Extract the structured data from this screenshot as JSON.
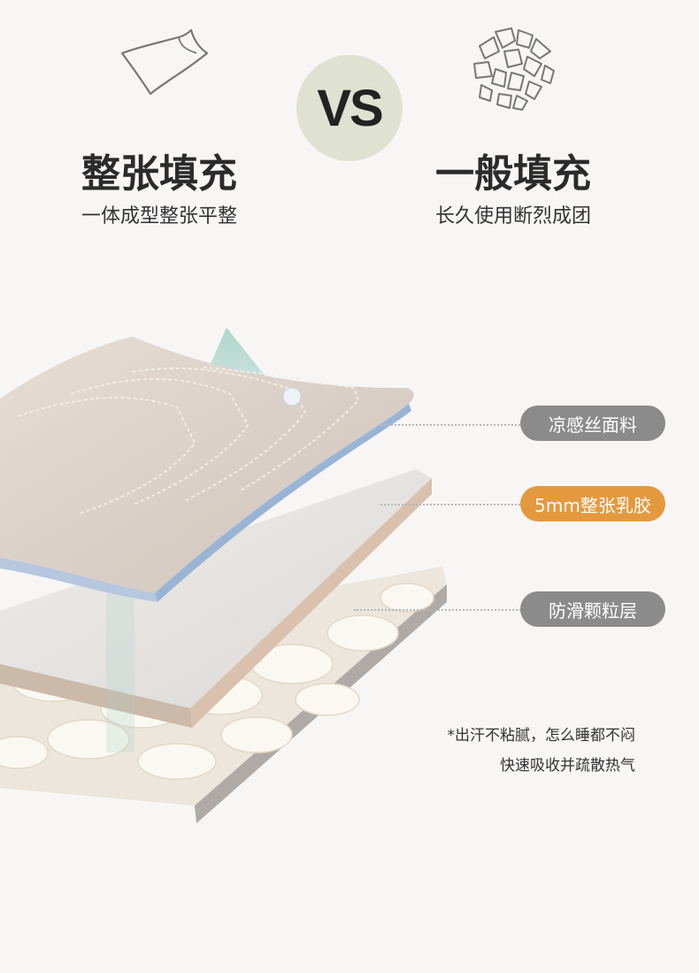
{
  "compare": {
    "left": {
      "title": "整张填充",
      "subtitle": "一体成型整张平整",
      "icon": "sheet-icon"
    },
    "vs": "VS",
    "right": {
      "title": "一般填充",
      "subtitle": "长久使用断烈成团",
      "icon": "fragments-icon"
    }
  },
  "layers": [
    {
      "label": "凉感丝面料",
      "color": "#8b8b8b"
    },
    {
      "label": "5mm整张乳胶",
      "color": "#e5993f"
    },
    {
      "label": "防滑颗粒层",
      "color": "#8b8b8b"
    }
  ],
  "note": {
    "line1": "*出汗不粘腻，怎么睡都不闷",
    "line2": "快速吸收并疏散热气"
  },
  "colors": {
    "vs_circle": "#dfe2d1",
    "fabric": "#d9cfc7",
    "latex": "#e7e4e2",
    "airflow_arrow": "#a7d2c7"
  }
}
